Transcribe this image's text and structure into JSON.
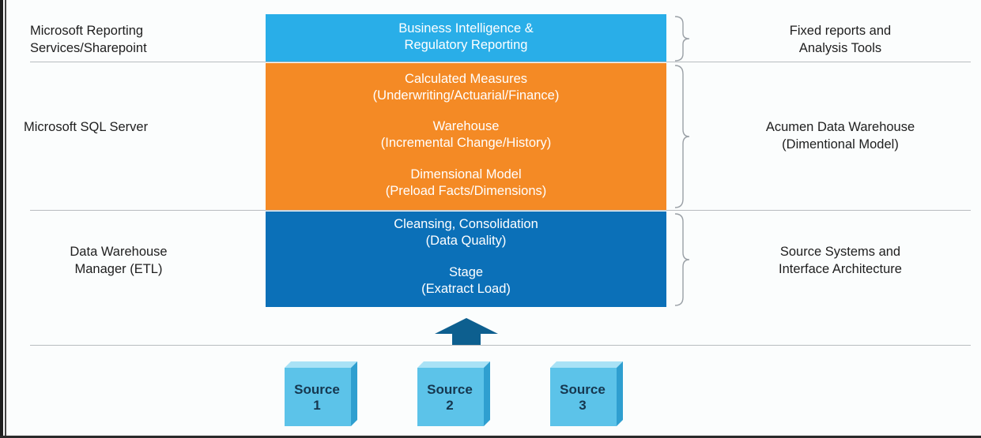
{
  "left_labels": {
    "reporting_line1": "Microsoft Reporting",
    "reporting_line2": "Services/Sharepoint",
    "sql": "Microsoft SQL Server",
    "etl_line1": "Data Warehouse",
    "etl_line2": "Manager (ETL)"
  },
  "blocks": {
    "bi_line1": "Business Intelligence &",
    "bi_line2": "Regulatory Reporting",
    "calc_line1": "Calculated Measures",
    "calc_line2": "(Underwriting/Actuarial/Finance)",
    "warehouse_line1": "Warehouse",
    "warehouse_line2": "(Incremental Change/History)",
    "dim_line1": "Dimensional Model",
    "dim_line2": "(Preload Facts/Dimensions)",
    "cleansing_line1": "Cleansing, Consolidation",
    "cleansing_line2": "(Data Quality)",
    "stage_line1": "Stage",
    "stage_line2": "(Exatract Load)"
  },
  "right_labels": {
    "reports_line1": "Fixed reports and",
    "reports_line2": "Analysis Tools",
    "dw_line1": "Acumen Data Warehouse",
    "dw_line2": "(Dimentional Model)",
    "source_line1": "Source Systems and",
    "source_line2": "Interface Architecture"
  },
  "sources": [
    {
      "line1": "Source",
      "line2": "1"
    },
    {
      "line1": "Source",
      "line2": "2"
    },
    {
      "line1": "Source",
      "line2": "3"
    }
  ],
  "colors": {
    "bi_block": "#29aee8",
    "warehouse_block": "#f48a25",
    "etl_block": "#0b70b8",
    "arrow": "#0d5f8f",
    "cube_front": "#5cc3e9"
  }
}
